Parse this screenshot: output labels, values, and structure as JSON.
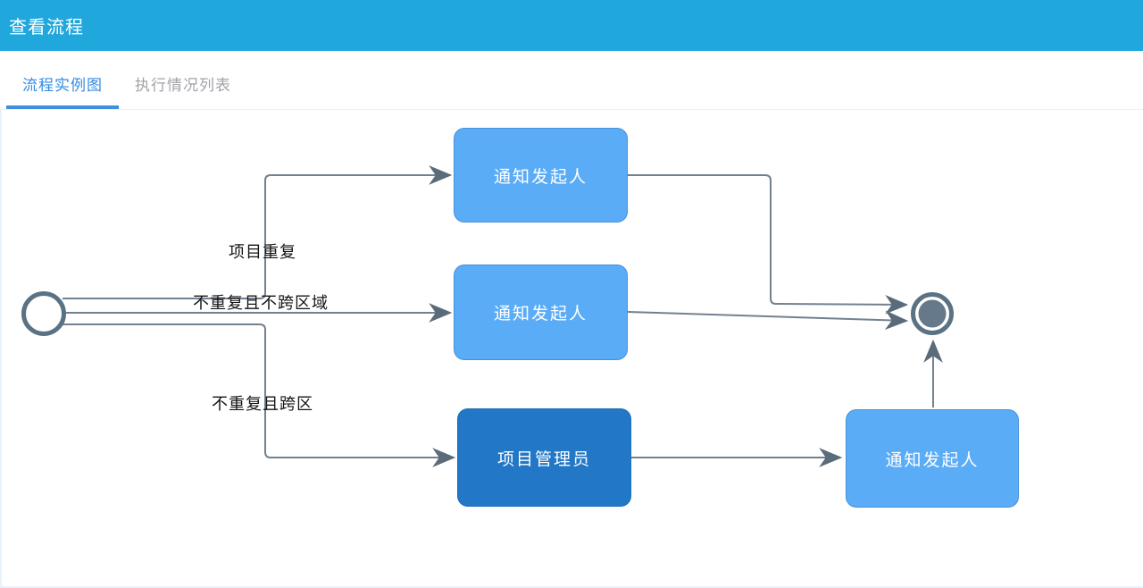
{
  "header": {
    "title": "查看流程"
  },
  "tabs": [
    {
      "label": "流程实例图",
      "active": true
    },
    {
      "label": "执行情况列表",
      "active": false
    }
  ],
  "diagram": {
    "type": "bpmn-process-instance",
    "start_event": "start",
    "end_event": "end",
    "nodes": [
      {
        "id": "notify-top",
        "label": "通知发起人",
        "color": "#5BACF6"
      },
      {
        "id": "notify-middle",
        "label": "通知发起人",
        "color": "#5BACF6"
      },
      {
        "id": "project-admin",
        "label": "项目管理员",
        "color": "#2278C6"
      },
      {
        "id": "notify-right",
        "label": "通知发起人",
        "color": "#5BACF6"
      }
    ],
    "edges": [
      {
        "from": "start",
        "to": "notify-top",
        "label": "项目重复"
      },
      {
        "from": "start",
        "to": "notify-middle",
        "label": "不重复且不跨区域"
      },
      {
        "from": "start",
        "to": "project-admin",
        "label": "不重复且跨区"
      },
      {
        "from": "notify-top",
        "to": "end",
        "label": ""
      },
      {
        "from": "notify-middle",
        "to": "end",
        "label": ""
      },
      {
        "from": "project-admin",
        "to": "notify-right",
        "label": ""
      },
      {
        "from": "notify-right",
        "to": "end",
        "label": ""
      }
    ]
  },
  "colors": {
    "header_bg": "#20A8DC",
    "active_tab_text": "#348BE2",
    "active_tab_underline": "#4190DE",
    "inactive_tab_text": "#A0A3A8",
    "task_node": "#5BACF6",
    "task_node_highlight": "#2278C6",
    "connector_line": "#72818F",
    "arrowhead": "#5A6B7A",
    "event_outline": "#5A7284",
    "end_event_dot": "#66798B"
  }
}
